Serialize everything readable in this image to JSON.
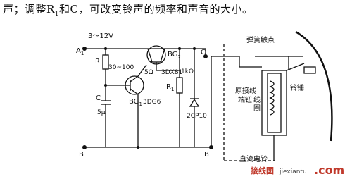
{
  "caption": {
    "prefix": "声；调整R",
    "sub": "1",
    "suffix": "和C，可改变铃声的频率和声音的大小。"
  },
  "labels": {
    "voltage": "3～12V",
    "terminal_a": "A",
    "terminal_a_sub": "1",
    "r_label": "R",
    "r_value": "30~100",
    "c_label": "C",
    "c_value": "5μ",
    "q1_label": "BG",
    "q1_sub": "1",
    "q1_type": "3DG6",
    "q2_label": "BG",
    "q2_sub": "2",
    "q2_value": "5Ω",
    "q2_type": "3DX81",
    "r1_value": "1kΩ",
    "r1_label": "R",
    "r1_sub": "1",
    "diode_label": "2CP10",
    "c_top": "C",
    "terminal_b": "B",
    "terminal_b2": "B",
    "contact": "弹簧触点",
    "solder_terminal": "原接线",
    "solder_terminal2": "端钮",
    "coil_1": "线",
    "coil_2": "圈",
    "hammer": "铃锤",
    "dc_bell": "直流电铃"
  },
  "watermark": {
    "site_cn": "接线图",
    "site_url": "jiexiantu",
    "site_tld": ".com"
  }
}
